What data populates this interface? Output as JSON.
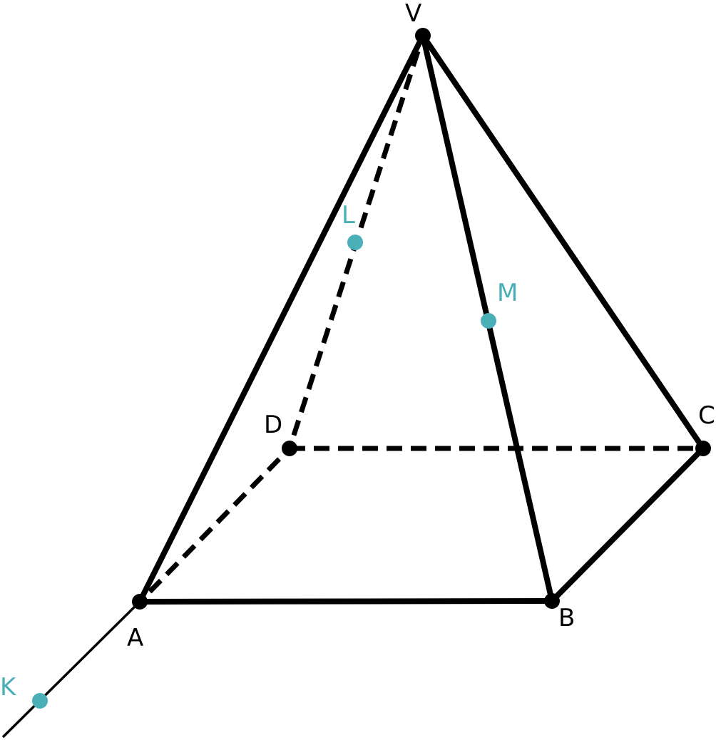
{
  "colors": {
    "vertex": "#000000",
    "point": "#4AAFB7",
    "line": "#000000"
  },
  "vertices": {
    "V": {
      "label": "V"
    },
    "A": {
      "label": "A"
    },
    "B": {
      "label": "B"
    },
    "C": {
      "label": "C"
    },
    "D": {
      "label": "D"
    }
  },
  "points": {
    "K": {
      "label": "K"
    },
    "L": {
      "label": "L"
    },
    "M": {
      "label": "M"
    }
  },
  "edges_solid": [
    "VA",
    "VB",
    "VC",
    "AB",
    "BC"
  ],
  "edges_hidden": [
    "VD",
    "AD",
    "DC"
  ]
}
